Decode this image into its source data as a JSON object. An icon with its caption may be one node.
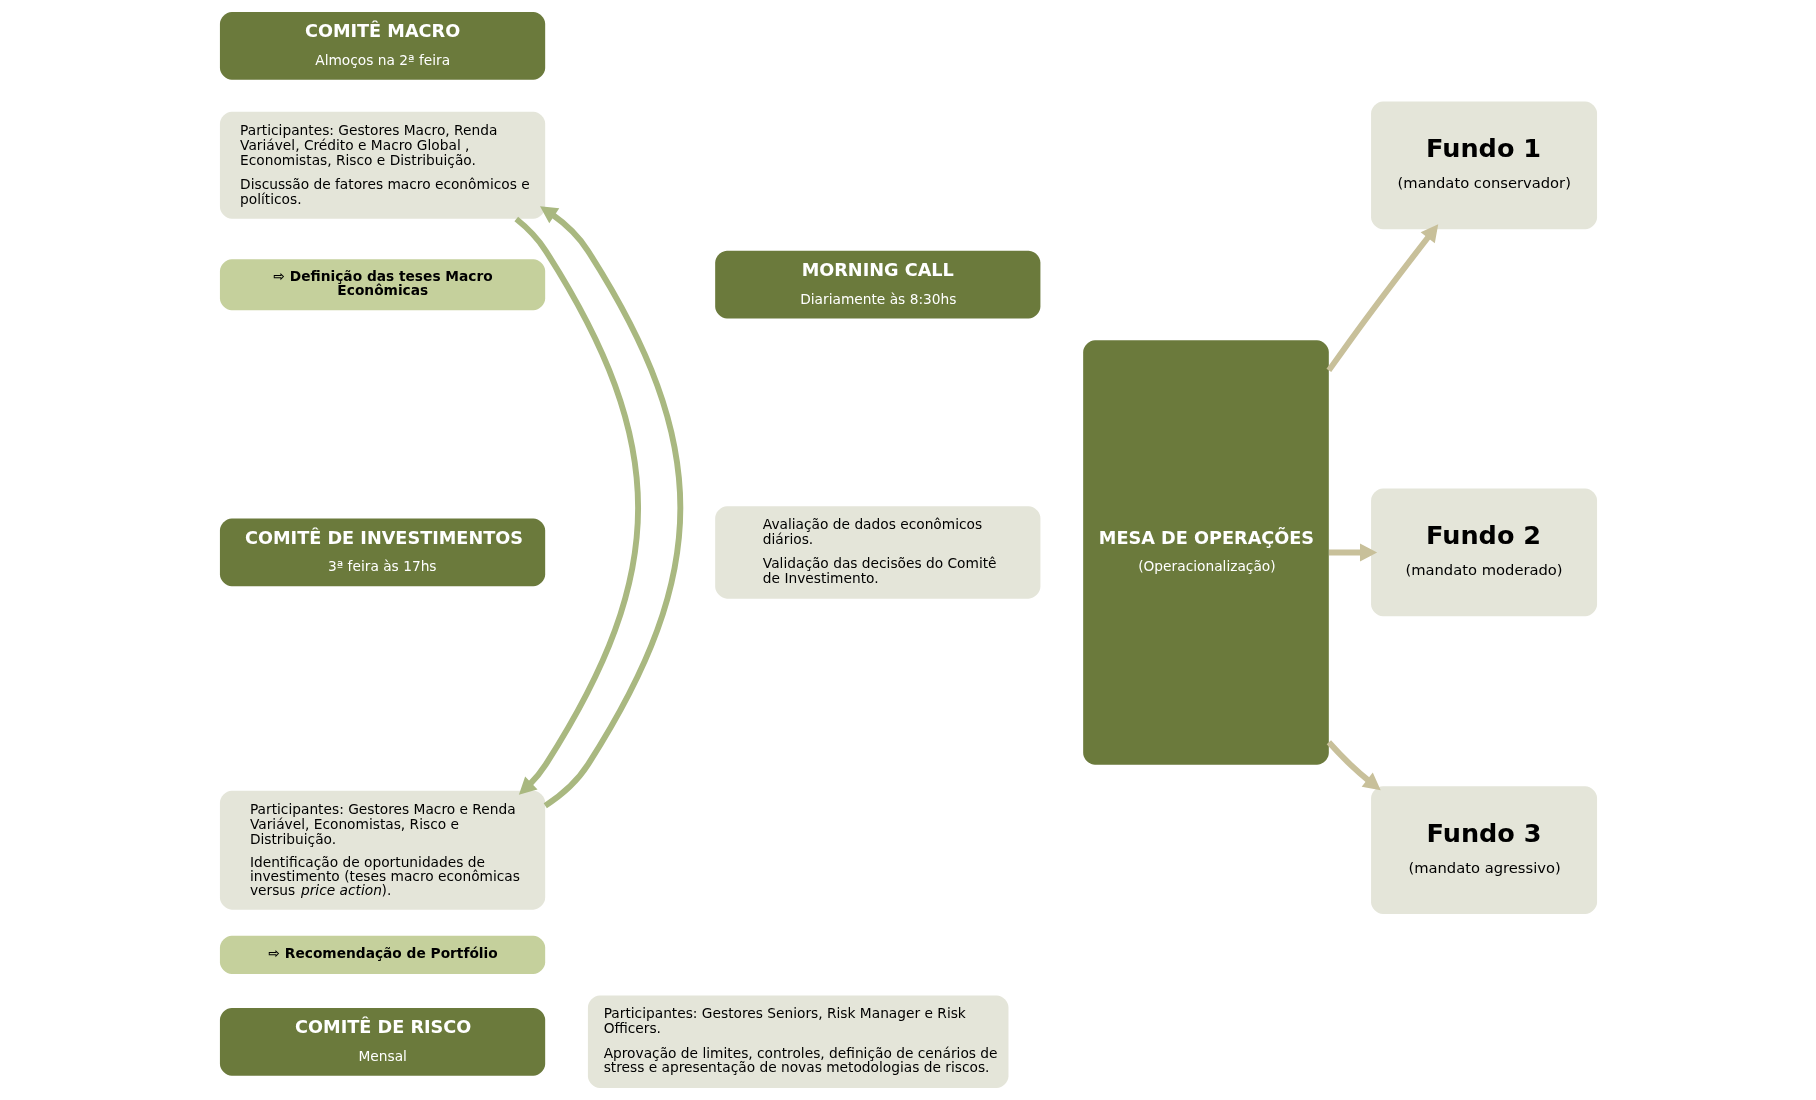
{
  "diagram": {
    "nodes": [
      {
        "text": [
          "COMITÊ MACRO",
          "Almoços na 2ª feira"
        ]
      },
      {
        "text": [
          "Participantes: Gestores Macro, Renda Variável, Crédito e Macro Global , Economistas, Risco e Distribuição.",
          "Discussão de fatores macro econômicos e políticos."
        ]
      },
      {
        "text": [
          "⇨ Definição das teses Macro Econômicas"
        ]
      },
      {
        "text": [
          "COMITÊ DE INVESTIMENTOS",
          "3ª feira às 17hs"
        ]
      },
      {
        "text": [
          "Participantes: Gestores Macro e Renda Variável, Economistas, Risco e Distribuição.",
          "Identificação de oportunidades de investimento (teses macro econômicas versus *price action*)."
        ]
      },
      {
        "text": [
          "⇨ Recomendação de Portfólio"
        ]
      },
      {
        "text": [
          "MORNING CALL",
          "Diariamente às 8:30hs"
        ]
      },
      {
        "text": [
          "Avaliação de dados econômicos diários.",
          "Validação das decisões do Comitê de Investimento."
        ]
      },
      {
        "text": [
          "MESA DE OPERAÇÕES",
          "(Operacionalização)"
        ]
      },
      {
        "text": [
          "Fundo 1",
          "(mandato conservador)"
        ]
      },
      {
        "text": [
          "Fundo 2",
          "(mandato moderado)"
        ]
      },
      {
        "text": [
          "Fundo 3",
          "(mandato agressivo)"
        ]
      },
      {
        "text": [
          "COMITÊ DE RISCO",
          "Mensal"
        ]
      },
      {
        "text": [
          "Participantes: Gestores Seniors, Risk Manager e Risk Officers.",
          "Aprovação de limites, controles, definição de cenários de stress e apresentação de novas metodologias de riscos."
        ]
      }
    ],
    "edges": [
      {
        "from": 4,
        "to": 1,
        "arrow": "to",
        "color": "#a9b880"
      },
      {
        "from": 1,
        "to": 4,
        "arrow": "to",
        "color": "#a9b880"
      },
      {
        "from": 8,
        "to": 9,
        "arrow": "to"
      },
      {
        "from": 8,
        "to": 10,
        "arrow": "to"
      },
      {
        "from": 8,
        "to": 11,
        "arrow": "to"
      }
    ]
  }
}
